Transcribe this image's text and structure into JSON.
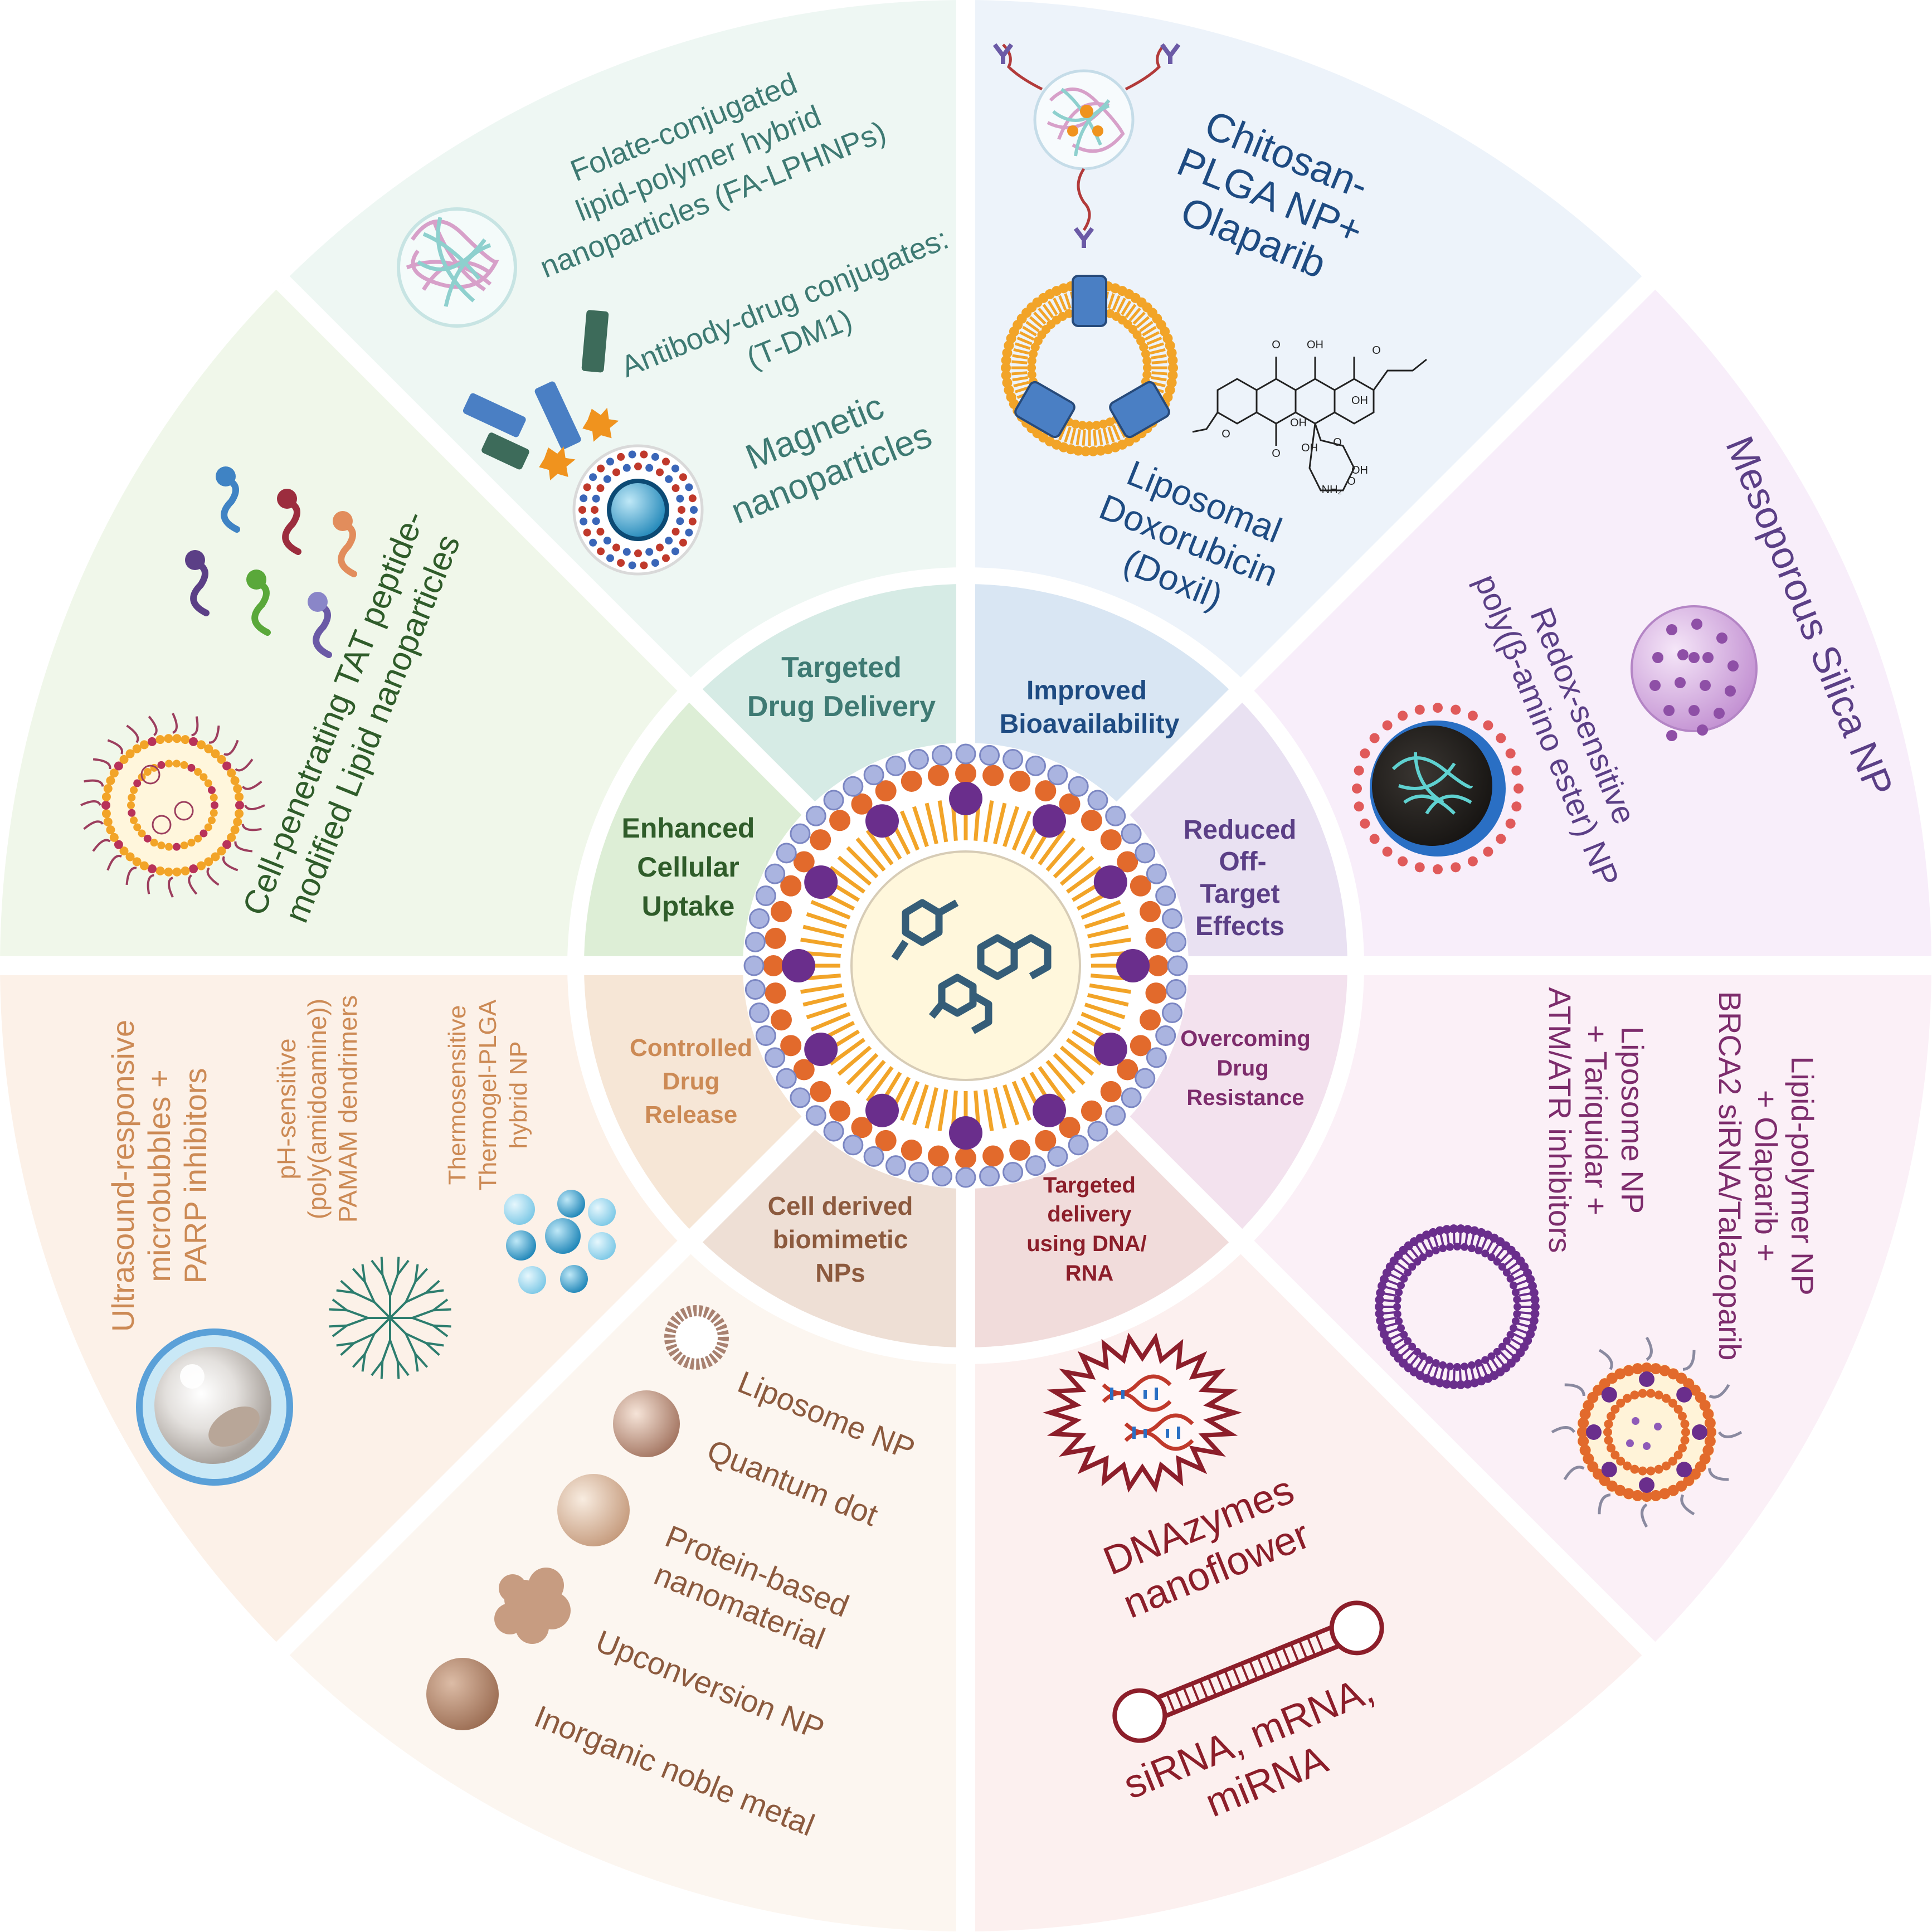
{
  "inner_labels": {
    "targeted": [
      "Targeted",
      "Drug Delivery"
    ],
    "bioavail": [
      "Improved",
      "Bioavailability"
    ],
    "offtarget": [
      "Reduced",
      "Off-",
      "Target",
      "Effects"
    ],
    "resistance": [
      "Overcoming",
      "Drug",
      "Resistance"
    ],
    "dnarna": [
      "Targeted",
      "delivery",
      "using DNA/",
      "RNA"
    ],
    "biomimetic": [
      "Cell derived",
      "biomimetic",
      "NPs"
    ],
    "release": [
      "Controlled",
      "Drug",
      "Release"
    ],
    "uptake": [
      "Enhanced",
      "Cellular",
      "Uptake"
    ]
  },
  "outer": {
    "targeted": {
      "fa": [
        "Folate-conjugated",
        "lipid-polymer hybrid",
        "nanoparticles (FA-LPHNPs)"
      ],
      "adc": [
        "Antibody-drug conjugates:",
        "(T-DM1)"
      ],
      "magnetic": [
        "Magnetic",
        "nanoparticles"
      ]
    },
    "bioavail": {
      "chitosan": [
        "Chitosan-",
        "PLGA NP+",
        "Olaparib"
      ],
      "doxil": [
        "Liposomal",
        "Doxorubicin",
        "(Doxil)"
      ],
      "molecule_atoms": [
        "OH",
        "O",
        "OH",
        "OH",
        "O",
        "O",
        "OH",
        "O",
        "O",
        "O",
        "NH₂",
        "OH"
      ]
    },
    "offtarget": {
      "mesoporous": [
        "Mesoporous Silica NP"
      ],
      "redox": [
        "Redox-sensitive",
        "poly(β-amino ester) NP"
      ]
    },
    "resistance": {
      "lipidpoly": [
        "Lipid-polymer NP",
        "+ Olaparib +",
        "BRCA2 siRNA/Talazoparib"
      ],
      "liposome": [
        "Liposome NP",
        "+ Tariquidar +",
        "ATM/ATR inhibitors"
      ]
    },
    "dnarna": {
      "dnazymes": [
        "DNAzymes",
        "nanoflower"
      ],
      "sirna": [
        "siRNA, mRNA,",
        "miRNA"
      ]
    },
    "biomimetic": {
      "items": [
        "Liposome NP",
        "Quantum dot",
        "Protein-based",
        "nanomaterial",
        "Upconversion NP",
        "Inorganic noble metal"
      ]
    },
    "release": {
      "ultrasound": [
        "Ultrasound-responsive",
        "microbubbles +",
        "PARP inhibitors"
      ],
      "ph": [
        "pH-sensitive",
        "(poly(amidoamine))",
        "PAMAM dendrimers"
      ],
      "thermo": [
        "Thermosensitive",
        "Thermogel-PLGA",
        "hybrid NP"
      ]
    },
    "uptake": {
      "tat": [
        "Cell-penetrating TAT peptide-",
        "modified  Lipid nanoparticles"
      ]
    }
  },
  "colors": {
    "targeted_text": "#3e7a73",
    "bioavail_text": "#1e4b82",
    "offtarget_text": "#5b3f86",
    "resistance_text": "#7d2c6c",
    "dnarna_text": "#8c1e2a",
    "biomimetic_text": "#8c5a3e",
    "release_text": "#cc8a55",
    "uptake_text": "#2f5c2a"
  }
}
